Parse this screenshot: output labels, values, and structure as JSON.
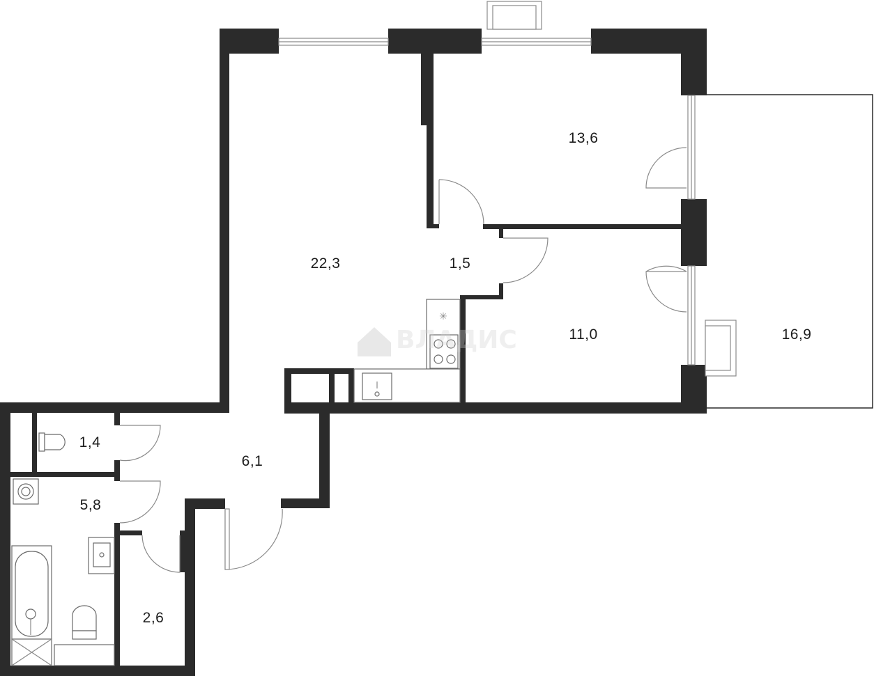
{
  "rooms": [
    {
      "id": "bedroom-1",
      "area": "13,6"
    },
    {
      "id": "living-room",
      "area": "22,3"
    },
    {
      "id": "hallway-small",
      "area": "1,5"
    },
    {
      "id": "bedroom-2",
      "area": "11,0"
    },
    {
      "id": "balcony",
      "area": "16,9"
    },
    {
      "id": "toilet",
      "area": "1,4"
    },
    {
      "id": "corridor",
      "area": "6,1"
    },
    {
      "id": "bathroom",
      "area": "5,8"
    },
    {
      "id": "storage",
      "area": "2,6"
    }
  ],
  "watermark": {
    "text": "ВЛАДИС"
  },
  "colors": {
    "wall": "#2b2b2b",
    "fixture": "#6b6b6b",
    "label": "#1d1d1d",
    "watermark": "#cfcfcf"
  }
}
